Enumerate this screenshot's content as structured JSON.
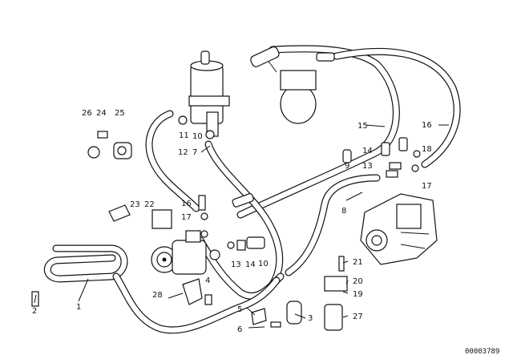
{
  "labels": {
    "l1": "1",
    "l2": "2",
    "l3": "3",
    "l4": "4",
    "l5": "5",
    "l6": "6",
    "l7": "7",
    "l8": "8",
    "l9": "9",
    "l10a": "10",
    "l10b": "10",
    "l11": "11",
    "l12": "12",
    "l13a": "13",
    "l13b": "13",
    "l14a": "14",
    "l14b": "14",
    "l15": "15",
    "l16a": "16",
    "l16b": "16",
    "l17a": "17",
    "l17b": "17",
    "l18": "18",
    "l19": "19",
    "l20": "20",
    "l21": "21",
    "l22": "22",
    "l23": "23",
    "l24": "24",
    "l25": "25",
    "l26": "26",
    "l27": "27",
    "l28": "28"
  },
  "reference": "00003789"
}
